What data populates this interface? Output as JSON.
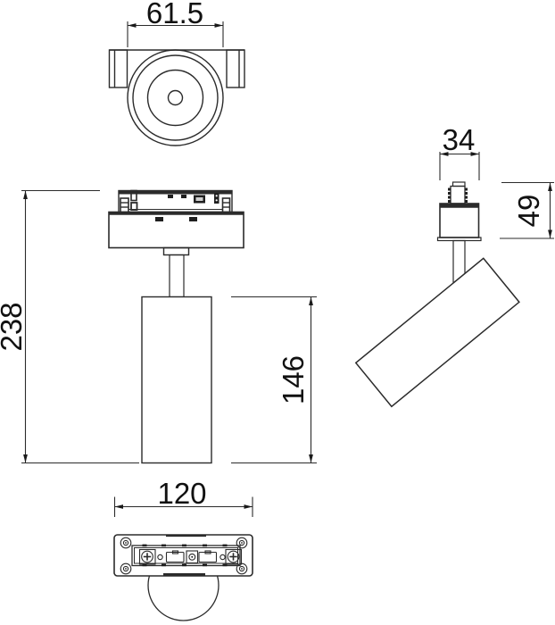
{
  "figure": {
    "kind": "technical-dimension-drawing",
    "background": "#ffffff",
    "line_color": "#2b2b2b",
    "text_color": "#111111",
    "dims": {
      "head_diameter": "61.5",
      "overall_height": "238",
      "body_height": "146",
      "adapter_width": "34",
      "adapter_height": "49",
      "base_length": "120"
    }
  }
}
